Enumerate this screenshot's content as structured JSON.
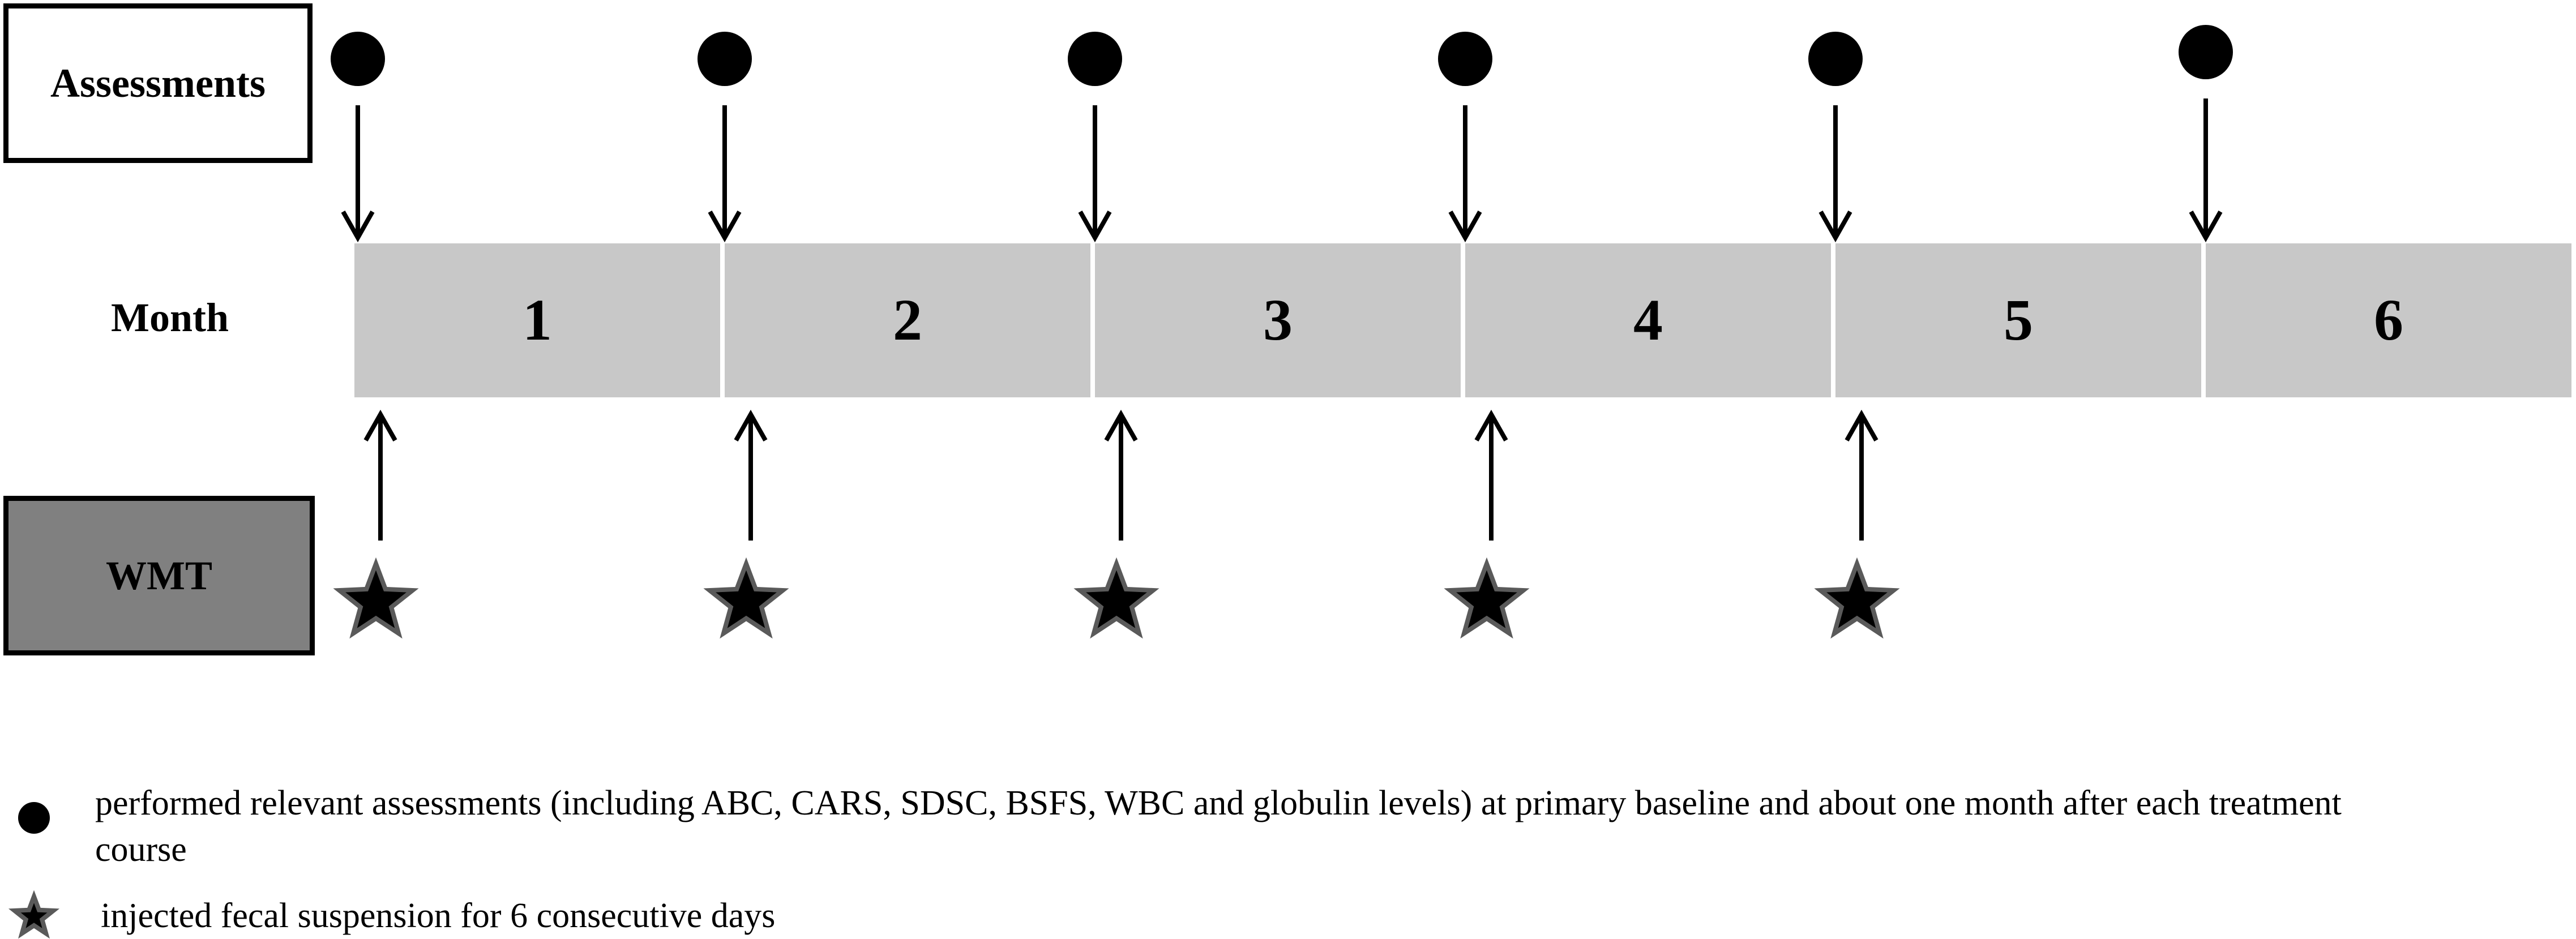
{
  "labels": {
    "assessments": "Assessments",
    "month": "Month",
    "wmt": "WMT"
  },
  "months": [
    "1",
    "2",
    "3",
    "4",
    "5",
    "6"
  ],
  "assessment_count": 6,
  "wmt_count": 5,
  "legend": {
    "circle_text": "performed relevant assessments (including ABC, CARS, SDSC, BSFS, WBC and globulin levels) at primary baseline and about one month after each treatment course",
    "star_text": "injected fecal suspension for 6 consecutive days"
  },
  "colors": {
    "month_fill": "#c8c8c8",
    "wmt_box_fill": "#808080",
    "marker": "#000000",
    "star_outline": "#5a5a5a"
  }
}
